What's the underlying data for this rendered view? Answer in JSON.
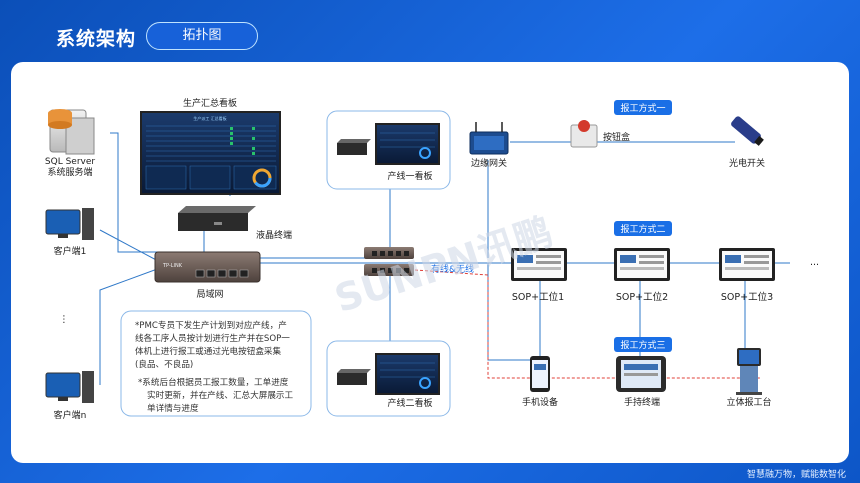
{
  "header": {
    "title": "系统架构",
    "tab_label": "拓扑图"
  },
  "footer": {
    "slogan": "智慧融万物，赋能数智化"
  },
  "watermark": "SUNPN讯鹏",
  "nodes": {
    "sql_server": [
      "SQL Server",
      "系统服务端"
    ],
    "client1": "客户端1",
    "client_dots": "⋮",
    "clientn": "客户端n",
    "summary_board": "生产汇总看板",
    "summary_board_header": "生产派工 汇总看板",
    "lcd_terminal": "液晶终端",
    "lan": "局域网",
    "router_brand": "TP-LINK",
    "line1_board": "产线一看板",
    "line2_board": "产线二看板",
    "edge_gateway": "边缘网关",
    "button_box": "按钮盒",
    "photo_switch": "光电开关",
    "wired_wireless": "有线&无线",
    "sop1": "SOP+工位1",
    "sop2": "SOP+工位2",
    "sop3": "SOP+工位3",
    "more": "···",
    "mobile": "手机设备",
    "handheld": "手持终端",
    "kiosk": "立体报工台"
  },
  "badges": {
    "mode1": "报工方式一",
    "mode2": "报工方式二",
    "mode3": "报工方式三"
  },
  "notes": {
    "note1": [
      "*PMC专员下发生产计划到对应产线，产",
      "线各工序人员按计划进行生产并在SOP一",
      "体机上进行报工或通过光电按钮盒采集",
      "(良品、不良品)"
    ],
    "note2": [
      "*系统后台根据员工报工数量，工单进度",
      "实时更新，并在产线、汇总大屏展示工",
      "单详情与进度"
    ]
  },
  "colors": {
    "accent": "#1a6fe6",
    "line": "#2f78c8",
    "dashed": "#e0413a",
    "panel": "#ffffff"
  }
}
